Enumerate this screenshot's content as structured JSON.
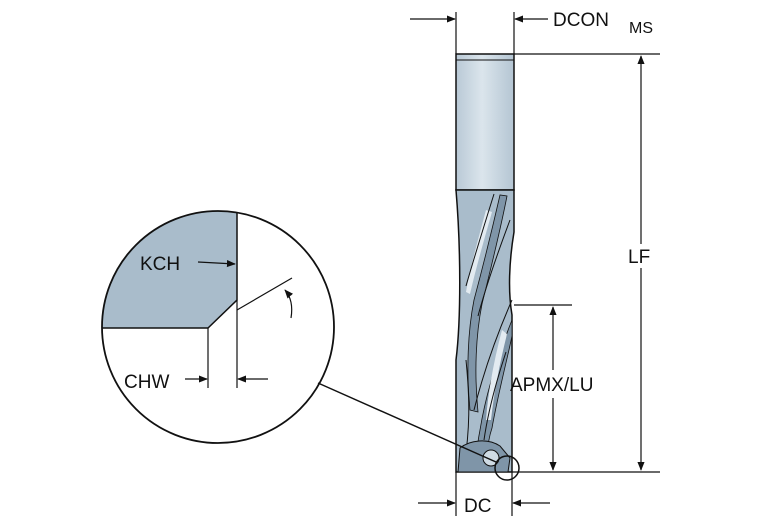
{
  "labels": {
    "dcon": "DCON",
    "dcon_sub": "MS",
    "lf": "LF",
    "apmx_lu": "APMX/LU",
    "dc": "DC",
    "kch": "KCH",
    "chw": "CHW"
  },
  "colors": {
    "shank": "#cfdbe4",
    "flute_body": "#a9bccb",
    "flute_dark": "#7f95a8",
    "flute_light": "#e3ebf1",
    "detail_fill": "#a9bccb",
    "line": "#111111"
  }
}
